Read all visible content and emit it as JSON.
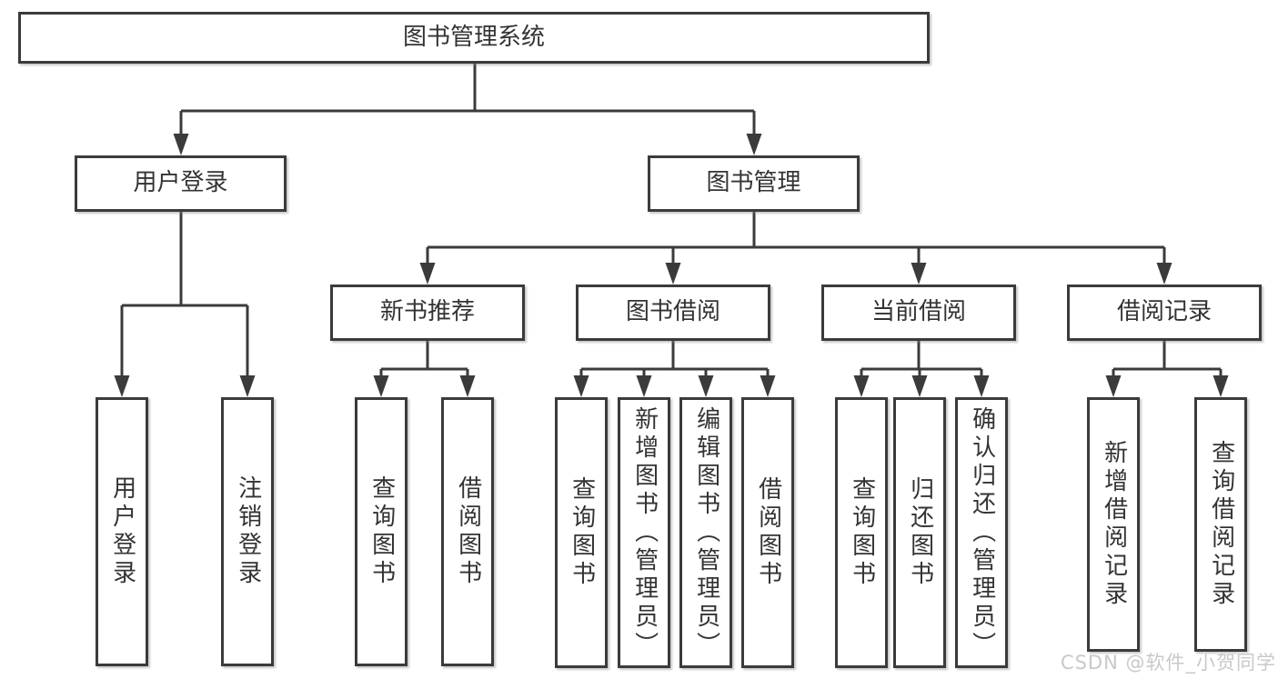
{
  "diagram": {
    "root": {
      "label": "图书管理系统"
    },
    "branches": [
      {
        "label": "用户登录",
        "children": [
          {
            "label": "用户登录"
          },
          {
            "label": "注销登录"
          }
        ]
      },
      {
        "label": "图书管理",
        "children": [
          {
            "label": "新书推荐",
            "children": [
              {
                "label": "查询图书"
              },
              {
                "label": "借阅图书"
              }
            ]
          },
          {
            "label": "图书借阅",
            "children": [
              {
                "label": "查询图书"
              },
              {
                "label": "新增图书（管理员）"
              },
              {
                "label": "编辑图书（管理员）"
              },
              {
                "label": "借阅图书"
              }
            ]
          },
          {
            "label": "当前借阅",
            "children": [
              {
                "label": "查询图书"
              },
              {
                "label": "归还图书"
              },
              {
                "label": "确认归还（管理员）"
              }
            ]
          },
          {
            "label": "借阅记录",
            "children": [
              {
                "label": "新增借阅记录"
              },
              {
                "label": "查询借阅记录"
              }
            ]
          }
        ]
      }
    ]
  },
  "watermark": {
    "text": "CSDN @软件_小贺同学"
  },
  "colors": {
    "line": "#3b3b3b",
    "text": "#333333",
    "box_background": "#ffffff",
    "watermark": "#c9c9c9",
    "page_background": "#ffffff"
  }
}
